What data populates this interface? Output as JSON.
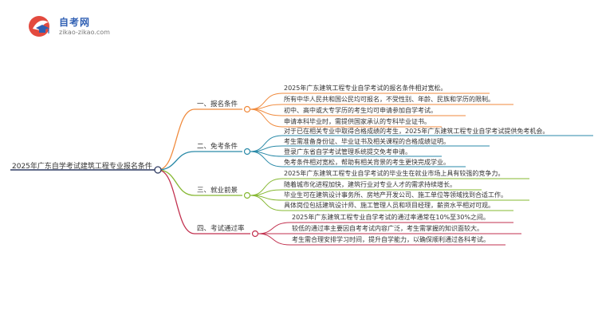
{
  "logo": {
    "title": "自考网",
    "subtitle": "zikao-zikao.com",
    "icon": "graduation-cap-icon"
  },
  "mindmap": {
    "root": "2025年广东自学考试建筑工程专业报名条件",
    "branches": [
      {
        "id": "registration",
        "title": "一、报名条件",
        "color": "#f08a3c",
        "leaves": [
          "2025年广东建筑工程专业自学考试的报名条件相对宽松。",
          "所有中华人民共和国公民均可报名，不受性别、年龄、民族和学历的限制。",
          "初中、高中或大专学历的考生均可申请参加自学考试。",
          "申请本科毕业时，需提供国家承认的专科毕业证书。"
        ]
      },
      {
        "id": "exemption",
        "title": "二、免考条件",
        "color": "#2a8aa8",
        "leaves": [
          "对于已在相关专业中取得合格成绩的考生，2025年广东建筑工程专业自学考试提供免考机会。",
          "考生需准备身份证、毕业证书及相关课程的合格成绩证明。",
          "登录广东省自学考试管理系统提交免考申请。",
          "免考条件相对宽松，帮助有相关背景的考生更快完成学业。"
        ]
      },
      {
        "id": "employment",
        "title": "三、就业前景",
        "color": "#86b832",
        "leaves": [
          "2025年广东建筑工程专业自学考试的毕业生在就业市场上具有较强的竞争力。",
          "随着城市化进程加快，建筑行业对专业人才的需求持续增长。",
          "毕业生可在建筑设计事务所、房地产开发公司、施工单位等领域找到合适工作。",
          "具体岗位包括建筑设计师、施工管理人员和项目经理，薪资水平相对可观。"
        ]
      },
      {
        "id": "passrate",
        "title": "四、考试通过率",
        "color": "#c2314f",
        "leaves": [
          "2025年广东建筑工程专业自学考试的通过率通常在10%至30%之间。",
          "较低的通过率主要因自考考试内容广泛，考生需掌握的知识面较大。",
          "考生需合理安排学习时间，提升自学能力，以确保顺利通过各科考试。"
        ]
      }
    ]
  }
}
